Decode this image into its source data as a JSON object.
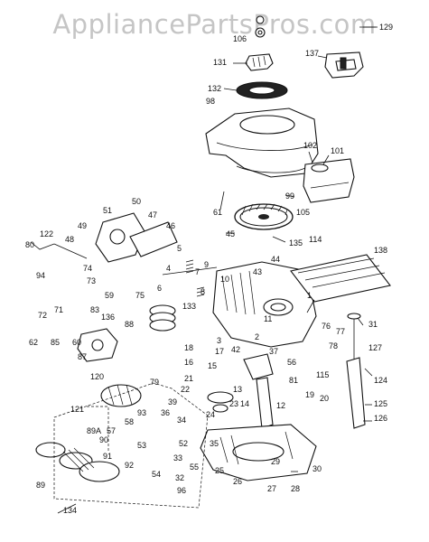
{
  "watermark": "AppliancePartsPros.com",
  "callouts": [
    "129",
    "106",
    "137",
    "131",
    "132",
    "98",
    "101",
    "102",
    "61",
    "99",
    "105",
    "50",
    "47",
    "46",
    "51",
    "49",
    "122",
    "80",
    "48",
    "74",
    "73",
    "94",
    "59",
    "72",
    "71",
    "62",
    "85",
    "60",
    "83",
    "136",
    "87",
    "88",
    "75",
    "5",
    "6",
    "9",
    "10",
    "8",
    "133",
    "45",
    "135",
    "114",
    "138",
    "1",
    "31",
    "76",
    "77",
    "78",
    "3",
    "2",
    "42",
    "17",
    "37",
    "56",
    "115",
    "127",
    "124",
    "126",
    "125",
    "18",
    "16",
    "21",
    "22",
    "23",
    "39",
    "13",
    "14",
    "12",
    "19",
    "20",
    "81",
    "120",
    "79",
    "93",
    "58",
    "36",
    "121",
    "89A",
    "90",
    "91",
    "92",
    "89",
    "57",
    "53",
    "34",
    "52",
    "35",
    "33",
    "54",
    "32",
    "96",
    "25",
    "26",
    "27",
    "28",
    "30",
    "134",
    "7",
    "4",
    "11",
    "15",
    "24",
    "29",
    "43",
    "44",
    "55"
  ]
}
